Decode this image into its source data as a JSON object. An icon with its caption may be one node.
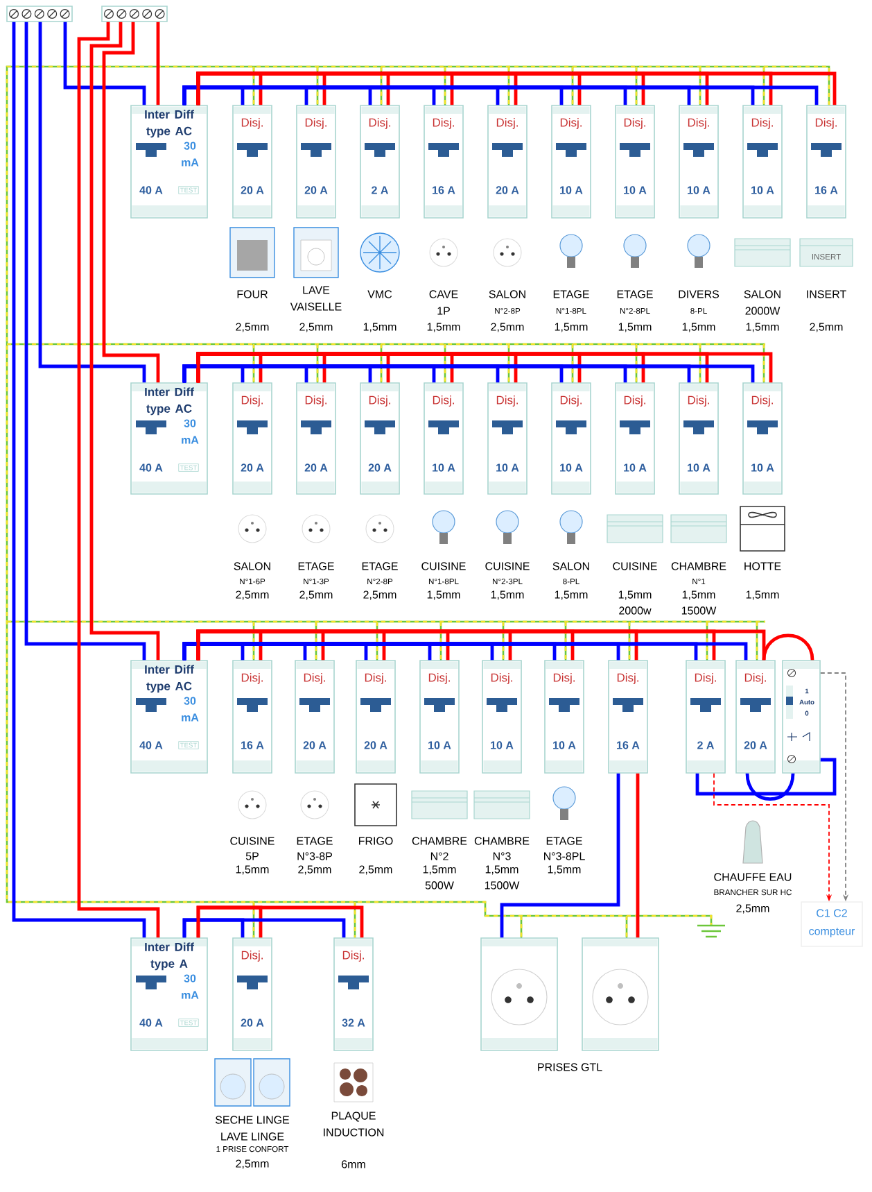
{
  "diagram": {
    "nodes": [
      {
        "text": [],
        "shape": "box"
      },
      {
        "text": [],
        "shape": "box"
      },
      {
        "text": [
          "Inter Diff type AC",
          "30 mA",
          "40 A",
          "TEST"
        ]
      },
      {
        "text": [
          "Disj.",
          "20 A"
        ],
        "beside": [
          "FOUR",
          "2,5mm"
        ]
      },
      {
        "text": [
          "Disj.",
          "20 A"
        ],
        "beside": [
          "LAVE VAISELLE",
          "2,5mm"
        ]
      },
      {
        "text": [
          "Disj.",
          "2 A"
        ],
        "beside": [
          "VMC",
          "1,5mm"
        ]
      },
      {
        "text": [
          "Disj.",
          "16 A"
        ],
        "beside": [
          "CAVE",
          "1P",
          "1,5mm"
        ]
      },
      {
        "text": [
          "Disj.",
          "20 A"
        ],
        "beside": [
          "SALON",
          "N°2-8P",
          "2,5mm"
        ]
      },
      {
        "text": [
          "Disj.",
          "10 A"
        ],
        "beside": [
          "ETAGE",
          "N°1-8PL",
          "1,5mm"
        ]
      },
      {
        "text": [
          "Disj.",
          "10 A"
        ],
        "beside": [
          "ETAGE",
          "N°2-8PL",
          "1,5mm"
        ]
      },
      {
        "text": [
          "Disj.",
          "10 A"
        ],
        "beside": [
          "DIVERS",
          "8-PL",
          "1,5mm"
        ]
      },
      {
        "text": [
          "Disj.",
          "10 A"
        ],
        "beside": [
          "SALON",
          "2000W",
          "1,5mm"
        ]
      },
      {
        "text": [
          "Disj.",
          "16 A"
        ],
        "beside": [
          "INSERT",
          "2,5mm"
        ]
      },
      {
        "text": [
          "Inter Diff type AC",
          "30 mA",
          "40 A",
          "TEST"
        ]
      },
      {
        "text": [
          "Disj.",
          "20 A"
        ],
        "beside": [
          "SALON",
          "N°1-6P",
          "2,5mm"
        ]
      },
      {
        "text": [
          "Disj.",
          "20 A"
        ],
        "beside": [
          "ETAGE",
          "N°1-3P",
          "2,5mm"
        ]
      },
      {
        "text": [
          "Disj.",
          "20 A"
        ],
        "beside": [
          "ETAGE",
          "N°2-8P",
          "2,5mm"
        ]
      },
      {
        "text": [
          "Disj.",
          "10 A"
        ],
        "beside": [
          "CUISINE",
          "N°1-8PL",
          "1,5mm"
        ]
      },
      {
        "text": [
          "Disj.",
          "10 A"
        ],
        "beside": [
          "CUISINE",
          "N°2-3PL",
          "1,5mm"
        ]
      },
      {
        "text": [
          "Disj.",
          "10 A"
        ],
        "beside": [
          "SALON",
          "8-PL",
          "1,5mm"
        ]
      },
      {
        "text": [
          "Disj.",
          "10 A"
        ],
        "beside": [
          "CUISINE",
          "1,5mm",
          "2000w"
        ]
      },
      {
        "text": [
          "Disj.",
          "10 A"
        ],
        "beside": [
          "CHAMBRE",
          "N°1",
          "1,5mm",
          "1500W"
        ]
      },
      {
        "text": [
          "Disj.",
          "10 A"
        ],
        "beside": [
          "HOTTE",
          "1,5mm"
        ]
      },
      {
        "text": [
          "Inter Diff type AC",
          "30 mA",
          "40 A",
          "TEST"
        ]
      },
      {
        "text": [
          "Disj.",
          "16 A"
        ],
        "beside": [
          "CUISINE",
          "5P",
          "1,5mm"
        ]
      },
      {
        "text": [
          "Disj.",
          "20 A"
        ],
        "beside": [
          "ETAGE",
          "N°3-8P",
          "2,5mm"
        ]
      },
      {
        "text": [
          "Disj.",
          "20 A"
        ],
        "beside": [
          "FRIGO",
          "2,5mm"
        ]
      },
      {
        "text": [
          "Disj.",
          "10 A"
        ],
        "beside": [
          "CHAMBRE",
          "N°2",
          "1,5mm",
          "500W"
        ]
      },
      {
        "text": [
          "Disj.",
          "10 A"
        ],
        "beside": [
          "CHAMBRE",
          "N°3",
          "1,5mm",
          "1500W"
        ]
      },
      {
        "text": [
          "Disj.",
          "10 A"
        ],
        "beside": [
          "ETAGE",
          "N°3-8PL",
          "1,5mm"
        ]
      },
      {
        "text": [
          "Disj.",
          "16 A"
        ]
      },
      {
        "text": [
          "Disj.",
          "2 A"
        ]
      },
      {
        "text": [
          "Disj.",
          "20 A"
        ]
      },
      {
        "text": [
          "1",
          "Auto",
          "0"
        ]
      },
      {
        "text": [
          "Inter Diff type A",
          "30 mA",
          "40 A",
          "TEST"
        ]
      },
      {
        "text": [
          "Disj.",
          "20 A"
        ],
        "beside": [
          "SECHE LINGE",
          "LAVE LINGE",
          "1 PRISE CONFORT",
          "2,5mm"
        ]
      },
      {
        "text": [
          "Disj.",
          "32 A"
        ],
        "beside": [
          "PLAQUE INDUCTION",
          "6mm"
        ]
      },
      {
        "text": [],
        "shape": "box"
      },
      {
        "text": [],
        "shape": "box"
      },
      {
        "text": [
          "C1 C2",
          "compteur"
        ]
      }
    ],
    "edges": [
      {
        "from": 0,
        "to": 2,
        "arrow": "none",
        "color": "#0000ff"
      },
      {
        "from": 1,
        "to": 2,
        "arrow": "none",
        "color": "#ff0000"
      },
      {
        "from": 0,
        "to": 13,
        "arrow": "none",
        "color": "#0000ff"
      },
      {
        "from": 1,
        "to": 13,
        "arrow": "none",
        "color": "#ff0000"
      },
      {
        "from": 0,
        "to": 23,
        "arrow": "none",
        "color": "#0000ff"
      },
      {
        "from": 1,
        "to": 23,
        "arrow": "none",
        "color": "#ff0000"
      },
      {
        "from": 0,
        "to": 34,
        "arrow": "none",
        "color": "#0000ff"
      },
      {
        "from": 1,
        "to": 34,
        "arrow": "none",
        "color": "#ff0000"
      },
      {
        "from": 2,
        "to": 3,
        "arrow": "none",
        "color": "#0000ff"
      },
      {
        "from": 2,
        "to": 3,
        "arrow": "none",
        "color": "#ff0000"
      },
      {
        "from": 2,
        "to": 4,
        "arrow": "none",
        "color": "#0000ff"
      },
      {
        "from": 2,
        "to": 4,
        "arrow": "none",
        "color": "#ff0000"
      },
      {
        "from": 2,
        "to": 5,
        "arrow": "none",
        "color": "#0000ff"
      },
      {
        "from": 2,
        "to": 5,
        "arrow": "none",
        "color": "#ff0000"
      },
      {
        "from": 2,
        "to": 6,
        "arrow": "none",
        "color": "#0000ff"
      },
      {
        "from": 2,
        "to": 6,
        "arrow": "none",
        "color": "#ff0000"
      },
      {
        "from": 2,
        "to": 7,
        "arrow": "none",
        "color": "#0000ff"
      },
      {
        "from": 2,
        "to": 7,
        "arrow": "none",
        "color": "#ff0000"
      },
      {
        "from": 2,
        "to": 8,
        "arrow": "none",
        "color": "#0000ff"
      },
      {
        "from": 2,
        "to": 8,
        "arrow": "none",
        "color": "#ff0000"
      },
      {
        "from": 2,
        "to": 9,
        "arrow": "none",
        "color": "#0000ff"
      },
      {
        "from": 2,
        "to": 9,
        "arrow": "none",
        "color": "#ff0000"
      },
      {
        "from": 2,
        "to": 10,
        "arrow": "none",
        "color": "#0000ff"
      },
      {
        "from": 2,
        "to": 10,
        "arrow": "none",
        "color": "#ff0000"
      },
      {
        "from": 2,
        "to": 11,
        "arrow": "none",
        "color": "#0000ff"
      },
      {
        "from": 2,
        "to": 11,
        "arrow": "none",
        "color": "#ff0000"
      },
      {
        "from": 2,
        "to": 12,
        "arrow": "none",
        "color": "#0000ff"
      },
      {
        "from": 2,
        "to": 12,
        "arrow": "none",
        "color": "#ff0000"
      },
      {
        "from": 13,
        "to": 14,
        "arrow": "none",
        "color": "#0000ff"
      },
      {
        "from": 13,
        "to": 14,
        "arrow": "none",
        "color": "#ff0000"
      },
      {
        "from": 13,
        "to": 15,
        "arrow": "none",
        "color": "#0000ff"
      },
      {
        "from": 13,
        "to": 15,
        "arrow": "none",
        "color": "#ff0000"
      },
      {
        "from": 13,
        "to": 16,
        "arrow": "none",
        "color": "#0000ff"
      },
      {
        "from": 13,
        "to": 16,
        "arrow": "none",
        "color": "#ff0000"
      },
      {
        "from": 13,
        "to": 17,
        "arrow": "none",
        "color": "#0000ff"
      },
      {
        "from": 13,
        "to": 17,
        "arrow": "none",
        "color": "#ff0000"
      },
      {
        "from": 13,
        "to": 18,
        "arrow": "none",
        "color": "#0000ff"
      },
      {
        "from": 13,
        "to": 18,
        "arrow": "none",
        "color": "#ff0000"
      },
      {
        "from": 13,
        "to": 19,
        "arrow": "none",
        "color": "#0000ff"
      },
      {
        "from": 13,
        "to": 19,
        "arrow": "none",
        "color": "#ff0000"
      },
      {
        "from": 13,
        "to": 20,
        "arrow": "none",
        "color": "#0000ff"
      },
      {
        "from": 13,
        "to": 20,
        "arrow": "none",
        "color": "#ff0000"
      },
      {
        "from": 13,
        "to": 21,
        "arrow": "none",
        "color": "#0000ff"
      },
      {
        "from": 13,
        "to": 21,
        "arrow": "none",
        "color": "#ff0000"
      },
      {
        "from": 13,
        "to": 22,
        "arrow": "none",
        "color": "#0000ff"
      },
      {
        "from": 13,
        "to": 22,
        "arrow": "none",
        "color": "#ff0000"
      },
      {
        "from": 23,
        "to": 24,
        "arrow": "none",
        "color": "#0000ff"
      },
      {
        "from": 23,
        "to": 24,
        "arrow": "none",
        "color": "#ff0000"
      },
      {
        "from": 23,
        "to": 25,
        "arrow": "none",
        "color": "#0000ff"
      },
      {
        "from": 23,
        "to": 25,
        "arrow": "none",
        "color": "#ff0000"
      },
      {
        "from": 23,
        "to": 26,
        "arrow": "none",
        "color": "#0000ff"
      },
      {
        "from": 23,
        "to": 26,
        "arrow": "none",
        "color": "#ff0000"
      },
      {
        "from": 23,
        "to": 27,
        "arrow": "none",
        "color": "#0000ff"
      },
      {
        "from": 23,
        "to": 27,
        "arrow": "none",
        "color": "#ff0000"
      },
      {
        "from": 23,
        "to": 28,
        "arrow": "none",
        "color": "#0000ff"
      },
      {
        "from": 23,
        "to": 28,
        "arrow": "none",
        "color": "#ff0000"
      },
      {
        "from": 23,
        "to": 29,
        "arrow": "none",
        "color": "#0000ff"
      },
      {
        "from": 23,
        "to": 29,
        "arrow": "none",
        "color": "#ff0000"
      },
      {
        "from": 23,
        "to": 30,
        "arrow": "none",
        "color": "#0000ff"
      },
      {
        "from": 23,
        "to": 30,
        "arrow": "none",
        "color": "#ff0000"
      },
      {
        "from": 23,
        "to": 31,
        "arrow": "none",
        "color": "#0000ff"
      },
      {
        "from": 23,
        "to": 31,
        "arrow": "none",
        "color": "#ff0000"
      },
      {
        "from": 23,
        "to": 32,
        "arrow": "none",
        "color": "#0000ff"
      },
      {
        "from": 23,
        "to": 32,
        "arrow": "none",
        "color": "#ff0000"
      },
      {
        "from": 34,
        "to": 35,
        "arrow": "none",
        "color": "#0000ff"
      },
      {
        "from": 34,
        "to": 35,
        "arrow": "none",
        "color": "#ff0000"
      },
      {
        "from": 34,
        "to": 36,
        "arrow": "none",
        "color": "#0000ff"
      },
      {
        "from": 34,
        "to": 36,
        "arrow": "none",
        "color": "#ff0000"
      },
      {
        "from": 30,
        "to": 37,
        "arrow": "none",
        "color": "#0000ff"
      },
      {
        "from": 30,
        "to": 38,
        "arrow": "none",
        "color": "#ff0000"
      },
      {
        "from": 31,
        "to": 33,
        "arrow": "none",
        "color": "#0000ff"
      },
      {
        "from": 32,
        "to": 33,
        "arrow": "none",
        "color": "#ff0000"
      },
      {
        "from": 32,
        "to": 33,
        "arrow": "none",
        "color": "#0000ff"
      },
      {
        "from": 31,
        "to": 39,
        "arrow": "to",
        "style": "dashed",
        "color": "#ff0000"
      },
      {
        "from": 33,
        "to": 39,
        "arrow": "to",
        "style": "dashed",
        "color": "#808080"
      }
    ],
    "labels": [
      "INSERT",
      "CHAUFFE EAU",
      "BRANCHER SUR HC",
      "2,5mm",
      "PRISES GTL"
    ]
  }
}
